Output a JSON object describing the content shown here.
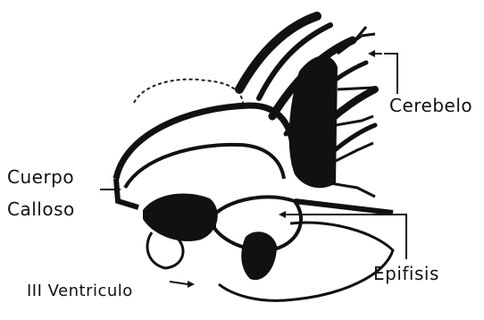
{
  "labels": {
    "cerebelo": "Cerebelo",
    "cuerpo_calloso_line1": "Cuerpo",
    "cuerpo_calloso_line2": "Calloso",
    "iii_ventriculo": "III Ventriculo",
    "epifisis": "Epifisis"
  },
  "colors": {
    "ink": "#111111",
    "background": "#ffffff"
  }
}
